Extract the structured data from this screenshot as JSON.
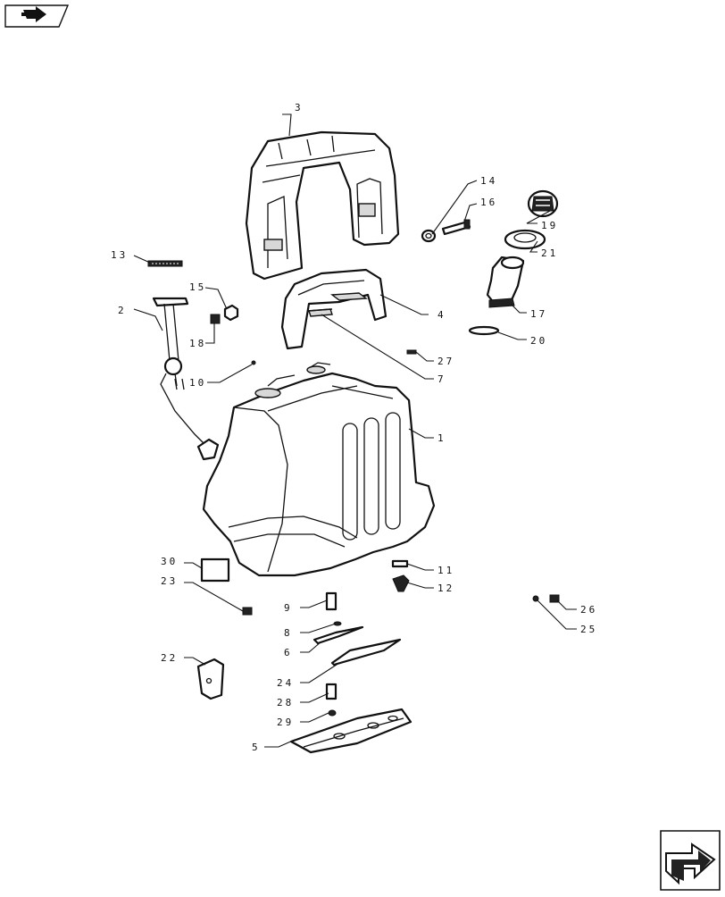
{
  "navigation": {
    "back_icon": "back-arrow-icon",
    "next_icon": "next-arrow-icon"
  },
  "callouts": {
    "c1": "1",
    "c2": "2",
    "c3": "3",
    "c4": "4",
    "c5": "5",
    "c6": "6",
    "c7": "7",
    "c8": "8",
    "c9": "9",
    "c10": "10",
    "c11": "11",
    "c12": "12",
    "c13": "13",
    "c14": "14",
    "c15": "15",
    "c16": "16",
    "c17": "17",
    "c18": "18",
    "c19": "19",
    "c20": "20",
    "c21": "21",
    "c22": "22",
    "c23": "23",
    "c24": "24",
    "c25": "25",
    "c26": "26",
    "c27": "27",
    "c28": "28",
    "c29": "29",
    "c30": "30"
  }
}
